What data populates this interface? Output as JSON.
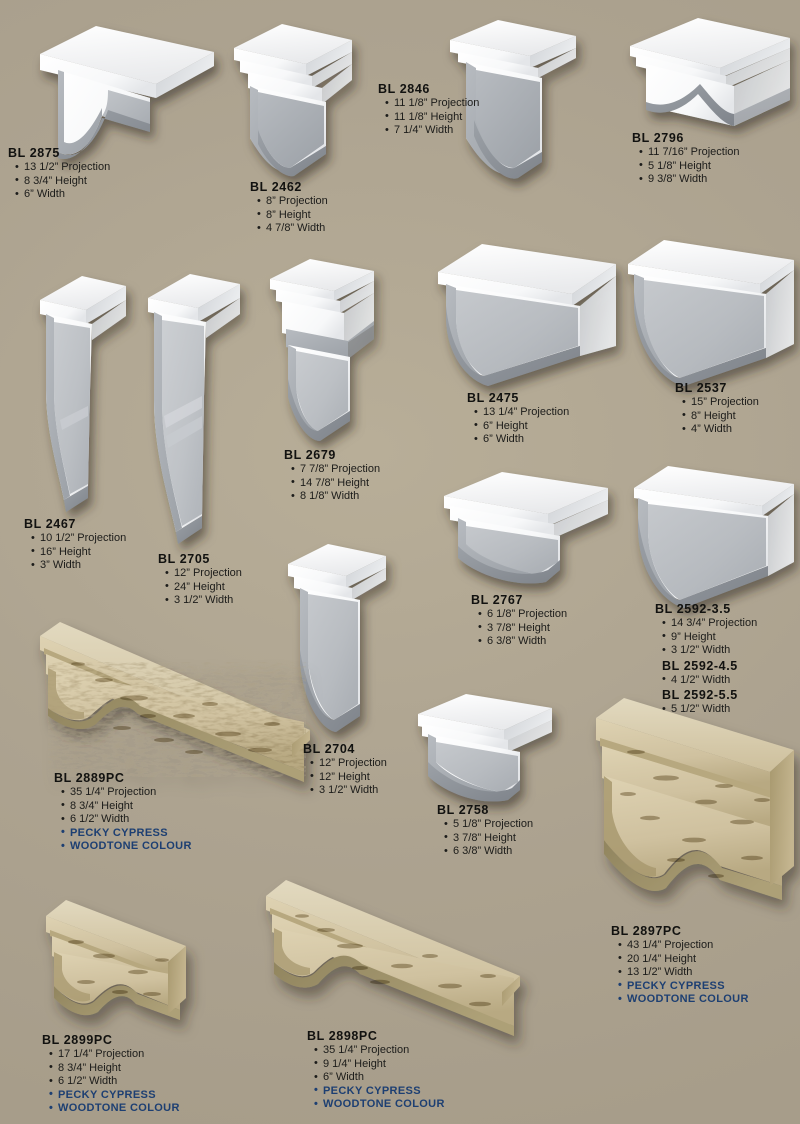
{
  "page": {
    "background_color": "#b2a892",
    "text_color": "#1a1a18",
    "material_text_color": "#1d3f72",
    "product_white_color": "#ffffff",
    "product_wood_color": "#cdbe9a"
  },
  "products": [
    {
      "id": "bl-2875",
      "title": "BL 2875",
      "specs": [
        "13 1/2” Projection",
        "8 3/4” Height",
        "6” Width"
      ],
      "materials": []
    },
    {
      "id": "bl-2462",
      "title": "BL 2462",
      "specs": [
        "8” Projection",
        "8” Height",
        "4 7/8” Width"
      ],
      "materials": []
    },
    {
      "id": "bl-2846",
      "title": "BL 2846",
      "specs": [
        "11 1/8” Projection",
        "11 1/8” Height",
        "7 1/4” Width"
      ],
      "materials": []
    },
    {
      "id": "bl-2796",
      "title": "BL 2796",
      "specs": [
        "11 7/16” Projection",
        "5 1/8” Height",
        "9 3/8” Width"
      ],
      "materials": []
    },
    {
      "id": "bl-2467",
      "title": "BL 2467",
      "specs": [
        "10 1/2” Projection",
        "16” Height",
        "3” Width"
      ],
      "materials": []
    },
    {
      "id": "bl-2705",
      "title": "BL 2705",
      "specs": [
        "12” Projection",
        "24” Height",
        "3 1/2” Width"
      ],
      "materials": []
    },
    {
      "id": "bl-2679",
      "title": "BL 2679",
      "specs": [
        "7 7/8” Projection",
        "14 7/8” Height",
        "8 1/8” Width"
      ],
      "materials": []
    },
    {
      "id": "bl-2475",
      "title": "BL 2475",
      "specs": [
        "13 1/4” Projection",
        "6” Height",
        "6” Width"
      ],
      "materials": []
    },
    {
      "id": "bl-2537",
      "title": "BL 2537",
      "specs": [
        "15” Projection",
        "8” Height",
        "4” Width"
      ],
      "materials": []
    },
    {
      "id": "bl-2767",
      "title": "BL 2767",
      "specs": [
        "6 1/8” Projection",
        "3 7/8” Height",
        "6 3/8” Width"
      ],
      "materials": []
    },
    {
      "id": "bl-2592",
      "title": "BL 2592-3.5",
      "specs": [
        "14 3/4” Projection",
        "9” Height",
        "3 1/2” Width"
      ],
      "variants": [
        {
          "title": "BL 2592-4.5",
          "specs": [
            "4 1/2” Width"
          ]
        },
        {
          "title": "BL 2592-5.5",
          "specs": [
            "5 1/2” Width"
          ]
        }
      ],
      "materials": []
    },
    {
      "id": "bl-2704",
      "title": "BL 2704",
      "specs": [
        "12” Projection",
        "12” Height",
        "3 1/2” Width"
      ],
      "materials": []
    },
    {
      "id": "bl-2758",
      "title": "BL 2758",
      "specs": [
        "5 1/8” Projection",
        "3 7/8” Height",
        "6 3/8” Width"
      ],
      "materials": []
    },
    {
      "id": "bl-2889pc",
      "title": "BL 2889PC",
      "specs": [
        "35 1/4” Projection",
        "8 3/4” Height",
        "6 1/2” Width"
      ],
      "materials": [
        "PECKY CYPRESS",
        "WOODTONE COLOUR"
      ]
    },
    {
      "id": "bl-2897pc",
      "title": "BL 2897PC",
      "specs": [
        "43 1/4” Projection",
        "20 1/4” Height",
        "13 1/2” Width"
      ],
      "materials": [
        "PECKY CYPRESS",
        "WOODTONE COLOUR"
      ]
    },
    {
      "id": "bl-2899pc",
      "title": "BL 2899PC",
      "specs": [
        "17 1/4” Projection",
        "8 3/4” Height",
        "6 1/2” Width"
      ],
      "materials": [
        "PECKY CYPRESS",
        "WOODTONE COLOUR"
      ]
    },
    {
      "id": "bl-2898pc",
      "title": "BL 2898PC",
      "specs": [
        "35 1/4” Projection",
        "9 1/4” Height",
        "6” Width"
      ],
      "materials": [
        "PECKY CYPRESS",
        "WOODTONE COLOUR"
      ]
    }
  ]
}
